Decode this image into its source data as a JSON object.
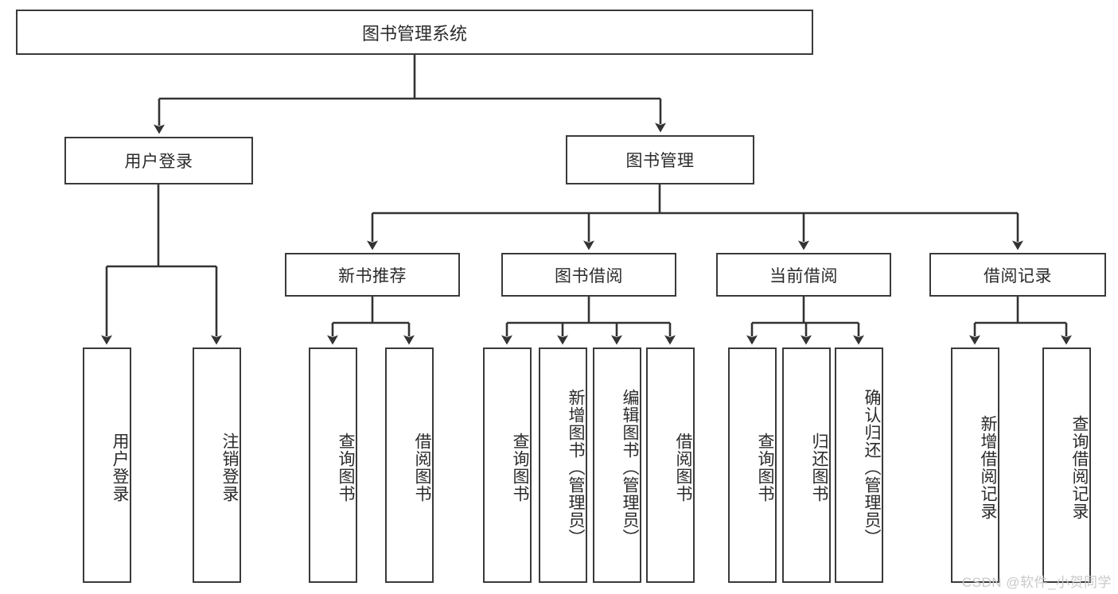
{
  "diagram": {
    "type": "tree",
    "title": "图书管理系统",
    "watermark": "CSDN @软件_小贺同学",
    "colors": {
      "box_border": "#3a3a3a",
      "box_fill": "#ffffff",
      "text": "#2b2b2b",
      "line": "#333333",
      "watermark": "#c9c9c9"
    },
    "root": {
      "label": "图书管理系统"
    },
    "level1": [
      {
        "label": "用户登录"
      },
      {
        "label": "图书管理"
      }
    ],
    "level2": [
      {
        "label": "新书推荐"
      },
      {
        "label": "图书借阅"
      },
      {
        "label": "当前借阅"
      },
      {
        "label": "借阅记录"
      }
    ],
    "leaves": [
      {
        "label": "用户登录",
        "parent": "用户登录"
      },
      {
        "label": "注销登录",
        "parent": "用户登录"
      },
      {
        "label": "查询图书",
        "parent": "新书推荐"
      },
      {
        "label": "借阅图书",
        "parent": "新书推荐"
      },
      {
        "label": "查询图书",
        "parent": "图书借阅"
      },
      {
        "label": "新增图书（管理员）",
        "parent": "图书借阅"
      },
      {
        "label": "编辑图书（管理员）",
        "parent": "图书借阅"
      },
      {
        "label": "借阅图书",
        "parent": "图书借阅"
      },
      {
        "label": "查询图书",
        "parent": "当前借阅"
      },
      {
        "label": "归还图书",
        "parent": "当前借阅"
      },
      {
        "label": "确认归还（管理员）",
        "parent": "当前借阅"
      },
      {
        "label": "新增借阅记录",
        "parent": "借阅记录"
      },
      {
        "label": "查询借阅记录",
        "parent": "借阅记录"
      }
    ]
  }
}
